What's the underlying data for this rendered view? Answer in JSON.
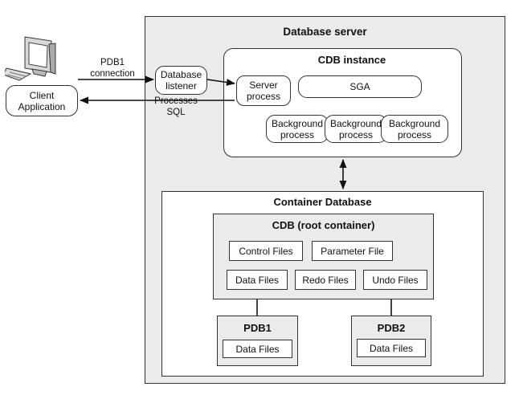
{
  "client": {
    "label_line1": "Client",
    "label_line2": "Application"
  },
  "connection_label": {
    "line1": "PDB1",
    "line2": "connection"
  },
  "processes_label": {
    "line1": "Processes",
    "line2": "SQL"
  },
  "database_server": {
    "title": "Database server"
  },
  "listener": {
    "line1": "Database",
    "line2": "listener"
  },
  "cdb_instance": {
    "title": "CDB instance",
    "server_process": {
      "line1": "Server",
      "line2": "process"
    },
    "sga": "SGA",
    "background_processes": [
      {
        "line1": "Background",
        "line2": "process"
      },
      {
        "line1": "Background",
        "line2": "process"
      },
      {
        "line1": "Background",
        "line2": "process"
      }
    ]
  },
  "container_database": {
    "title": "Container Database",
    "root": {
      "title": "CDB (root container)",
      "files": [
        "Control Files",
        "Parameter File",
        "Data Files",
        "Redo Files",
        "Undo Files"
      ]
    },
    "pdbs": [
      {
        "title": "PDB1",
        "file": "Data Files"
      },
      {
        "title": "PDB2",
        "file": "Data Files"
      }
    ]
  }
}
